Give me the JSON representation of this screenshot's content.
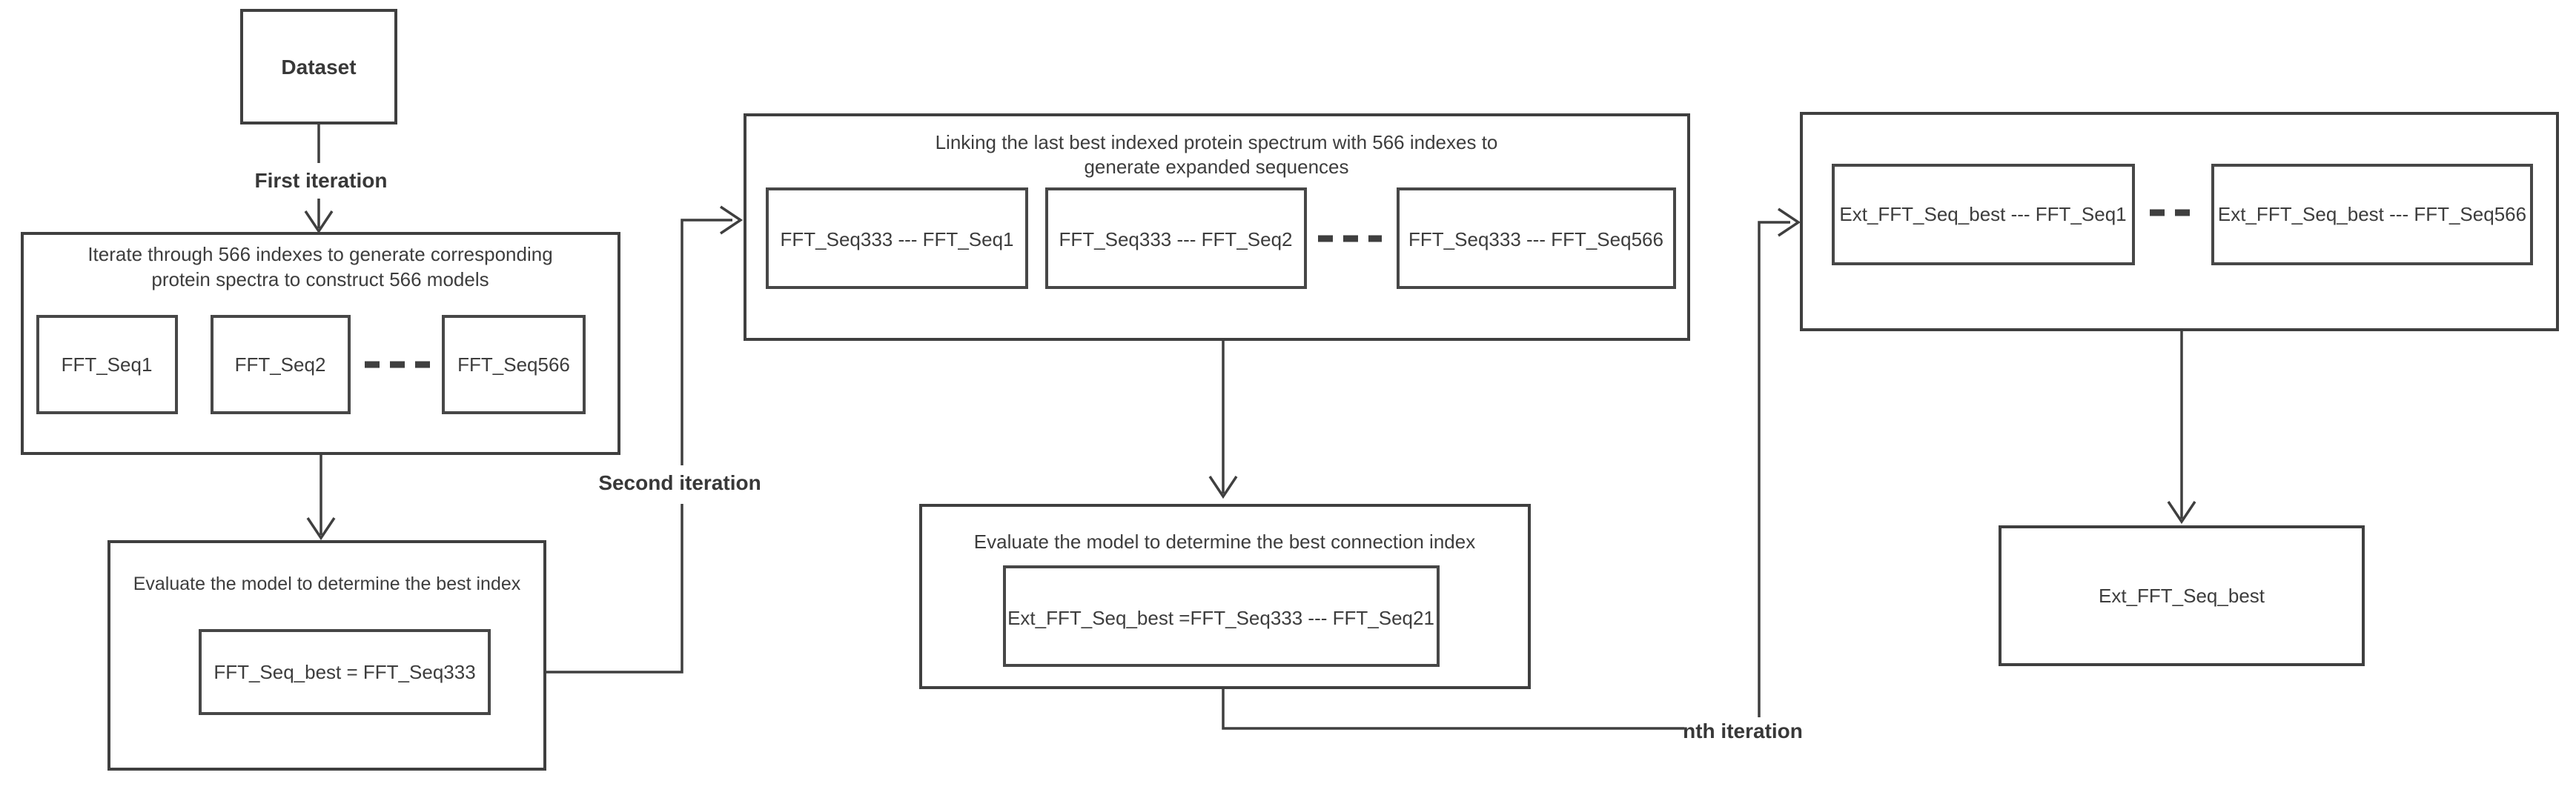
{
  "flowchart": {
    "colors": {
      "stroke": "#3f3f3f",
      "text": "#3d3d3d",
      "background": "#ffffff"
    },
    "dataset_label": "Dataset",
    "labels": {
      "first": "First iteration",
      "second": "Second iteration",
      "nth": "nth iteration"
    },
    "iterate_box": {
      "title": [
        "Iterate through 566 indexes to generate corresponding",
        "protein spectra to construct 566 models"
      ],
      "items": [
        "FFT_Seq1",
        "FFT_Seq2",
        "FFT_Seq566"
      ]
    },
    "evaluate_best_index_box": {
      "title": "Evaluate the model to determine the best index",
      "result": "FFT_Seq_best = FFT_Seq333"
    },
    "linking_box": {
      "title": [
        "Linking the last best indexed protein spectrum with 566 indexes to",
        "generate expanded sequences"
      ],
      "items": [
        "FFT_Seq333 --- FFT_Seq1",
        "FFT_Seq333 --- FFT_Seq2",
        "FFT_Seq333 --- FFT_Seq566"
      ]
    },
    "evaluate_connection_box": {
      "title": "Evaluate the model to determine the best connection index",
      "result": "Ext_FFT_Seq_best =FFT_Seq333 --- FFT_Seq21"
    },
    "expanded_box": {
      "items": [
        "Ext_FFT_Seq_best --- FFT_Seq1",
        "Ext_FFT_Seq_best --- FFT_Seq566"
      ]
    },
    "final_box": {
      "label": "Ext_FFT_Seq_best"
    }
  }
}
